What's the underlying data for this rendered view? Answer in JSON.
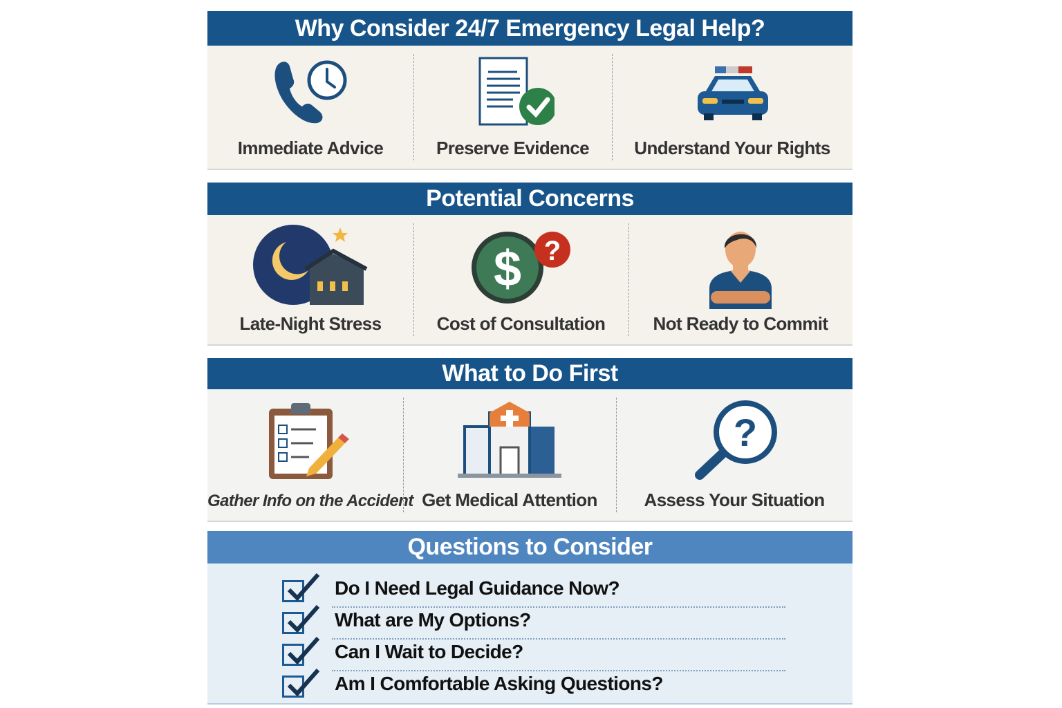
{
  "colors": {
    "header": "#17548a",
    "header_light": "#4f86c0",
    "panel": "#f5f2ec",
    "questions_bg": "#e6eef6",
    "icon_blue": "#1d4f7e"
  },
  "sections": [
    {
      "title": "Why Consider 24/7 Emergency Legal Help?",
      "items": [
        {
          "label": "Immediate Advice",
          "icon": "phone-clock-icon"
        },
        {
          "label": "Preserve Evidence",
          "icon": "document-check-icon"
        },
        {
          "label": "Understand Your Rights",
          "icon": "police-car-icon"
        }
      ]
    },
    {
      "title": "Potential Concerns",
      "items": [
        {
          "label": "Late-Night Stress",
          "icon": "night-house-icon"
        },
        {
          "label": "Cost of Consultation",
          "icon": "dollar-question-icon"
        },
        {
          "label": "Not Ready to Commit",
          "icon": "person-arms-crossed-icon"
        }
      ]
    },
    {
      "title": "What to Do First",
      "items": [
        {
          "label": "Gather Info on the Accident",
          "icon": "clipboard-checklist-icon"
        },
        {
          "label": "Get Medical Attention",
          "icon": "hospital-icon"
        },
        {
          "label": "Assess Your Situation",
          "icon": "magnifier-question-icon"
        }
      ]
    }
  ],
  "questions": {
    "title": "Questions to Consider",
    "items": [
      "Do I Need Legal Guidance Now?",
      "What are My Options?",
      "Can I Wait to Decide?",
      "Am I Comfortable Asking Questions?"
    ]
  }
}
